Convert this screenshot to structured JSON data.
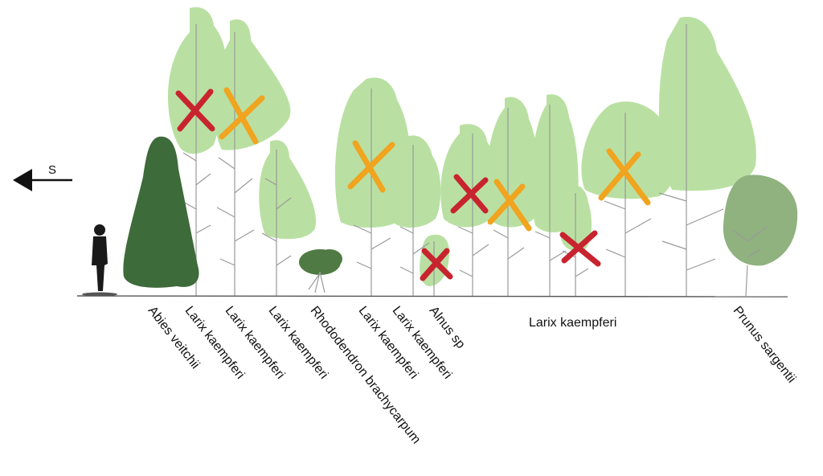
{
  "direction_label": "S",
  "colors": {
    "light_crown": "#b9e0a2",
    "dark_conifer": "#3d6b3a",
    "rhododendron": "#4f7a43",
    "prunus": "#8fb27f",
    "trunk": "#9a9a9a",
    "red_mark": "#c8242f",
    "yellow_mark": "#f0a41f",
    "person": "#1a1a1a"
  },
  "trees": [
    {
      "id": "abies",
      "label": "Abies veitchii"
    },
    {
      "id": "larix1",
      "label": "Larix kaempferi"
    },
    {
      "id": "larix2",
      "label": "Larix kaempferi"
    },
    {
      "id": "larix3",
      "label": "Larix kaempferi"
    },
    {
      "id": "rhodo",
      "label": "Rhododendron brachycarpum"
    },
    {
      "id": "larix4",
      "label": "Larix kaempferi"
    },
    {
      "id": "larix5",
      "label": "Larix kaempferi"
    },
    {
      "id": "alnus",
      "label": "Alnus  sp"
    },
    {
      "id": "larix6",
      "label": "Larix kaempferi"
    },
    {
      "id": "prunus",
      "label": "Prunus sargentii"
    }
  ],
  "marks": [
    {
      "color": "red"
    },
    {
      "color": "yellow"
    },
    {
      "color": "yellow"
    },
    {
      "color": "red"
    },
    {
      "color": "yellow"
    },
    {
      "color": "red"
    },
    {
      "color": "red"
    },
    {
      "color": "yellow"
    }
  ]
}
